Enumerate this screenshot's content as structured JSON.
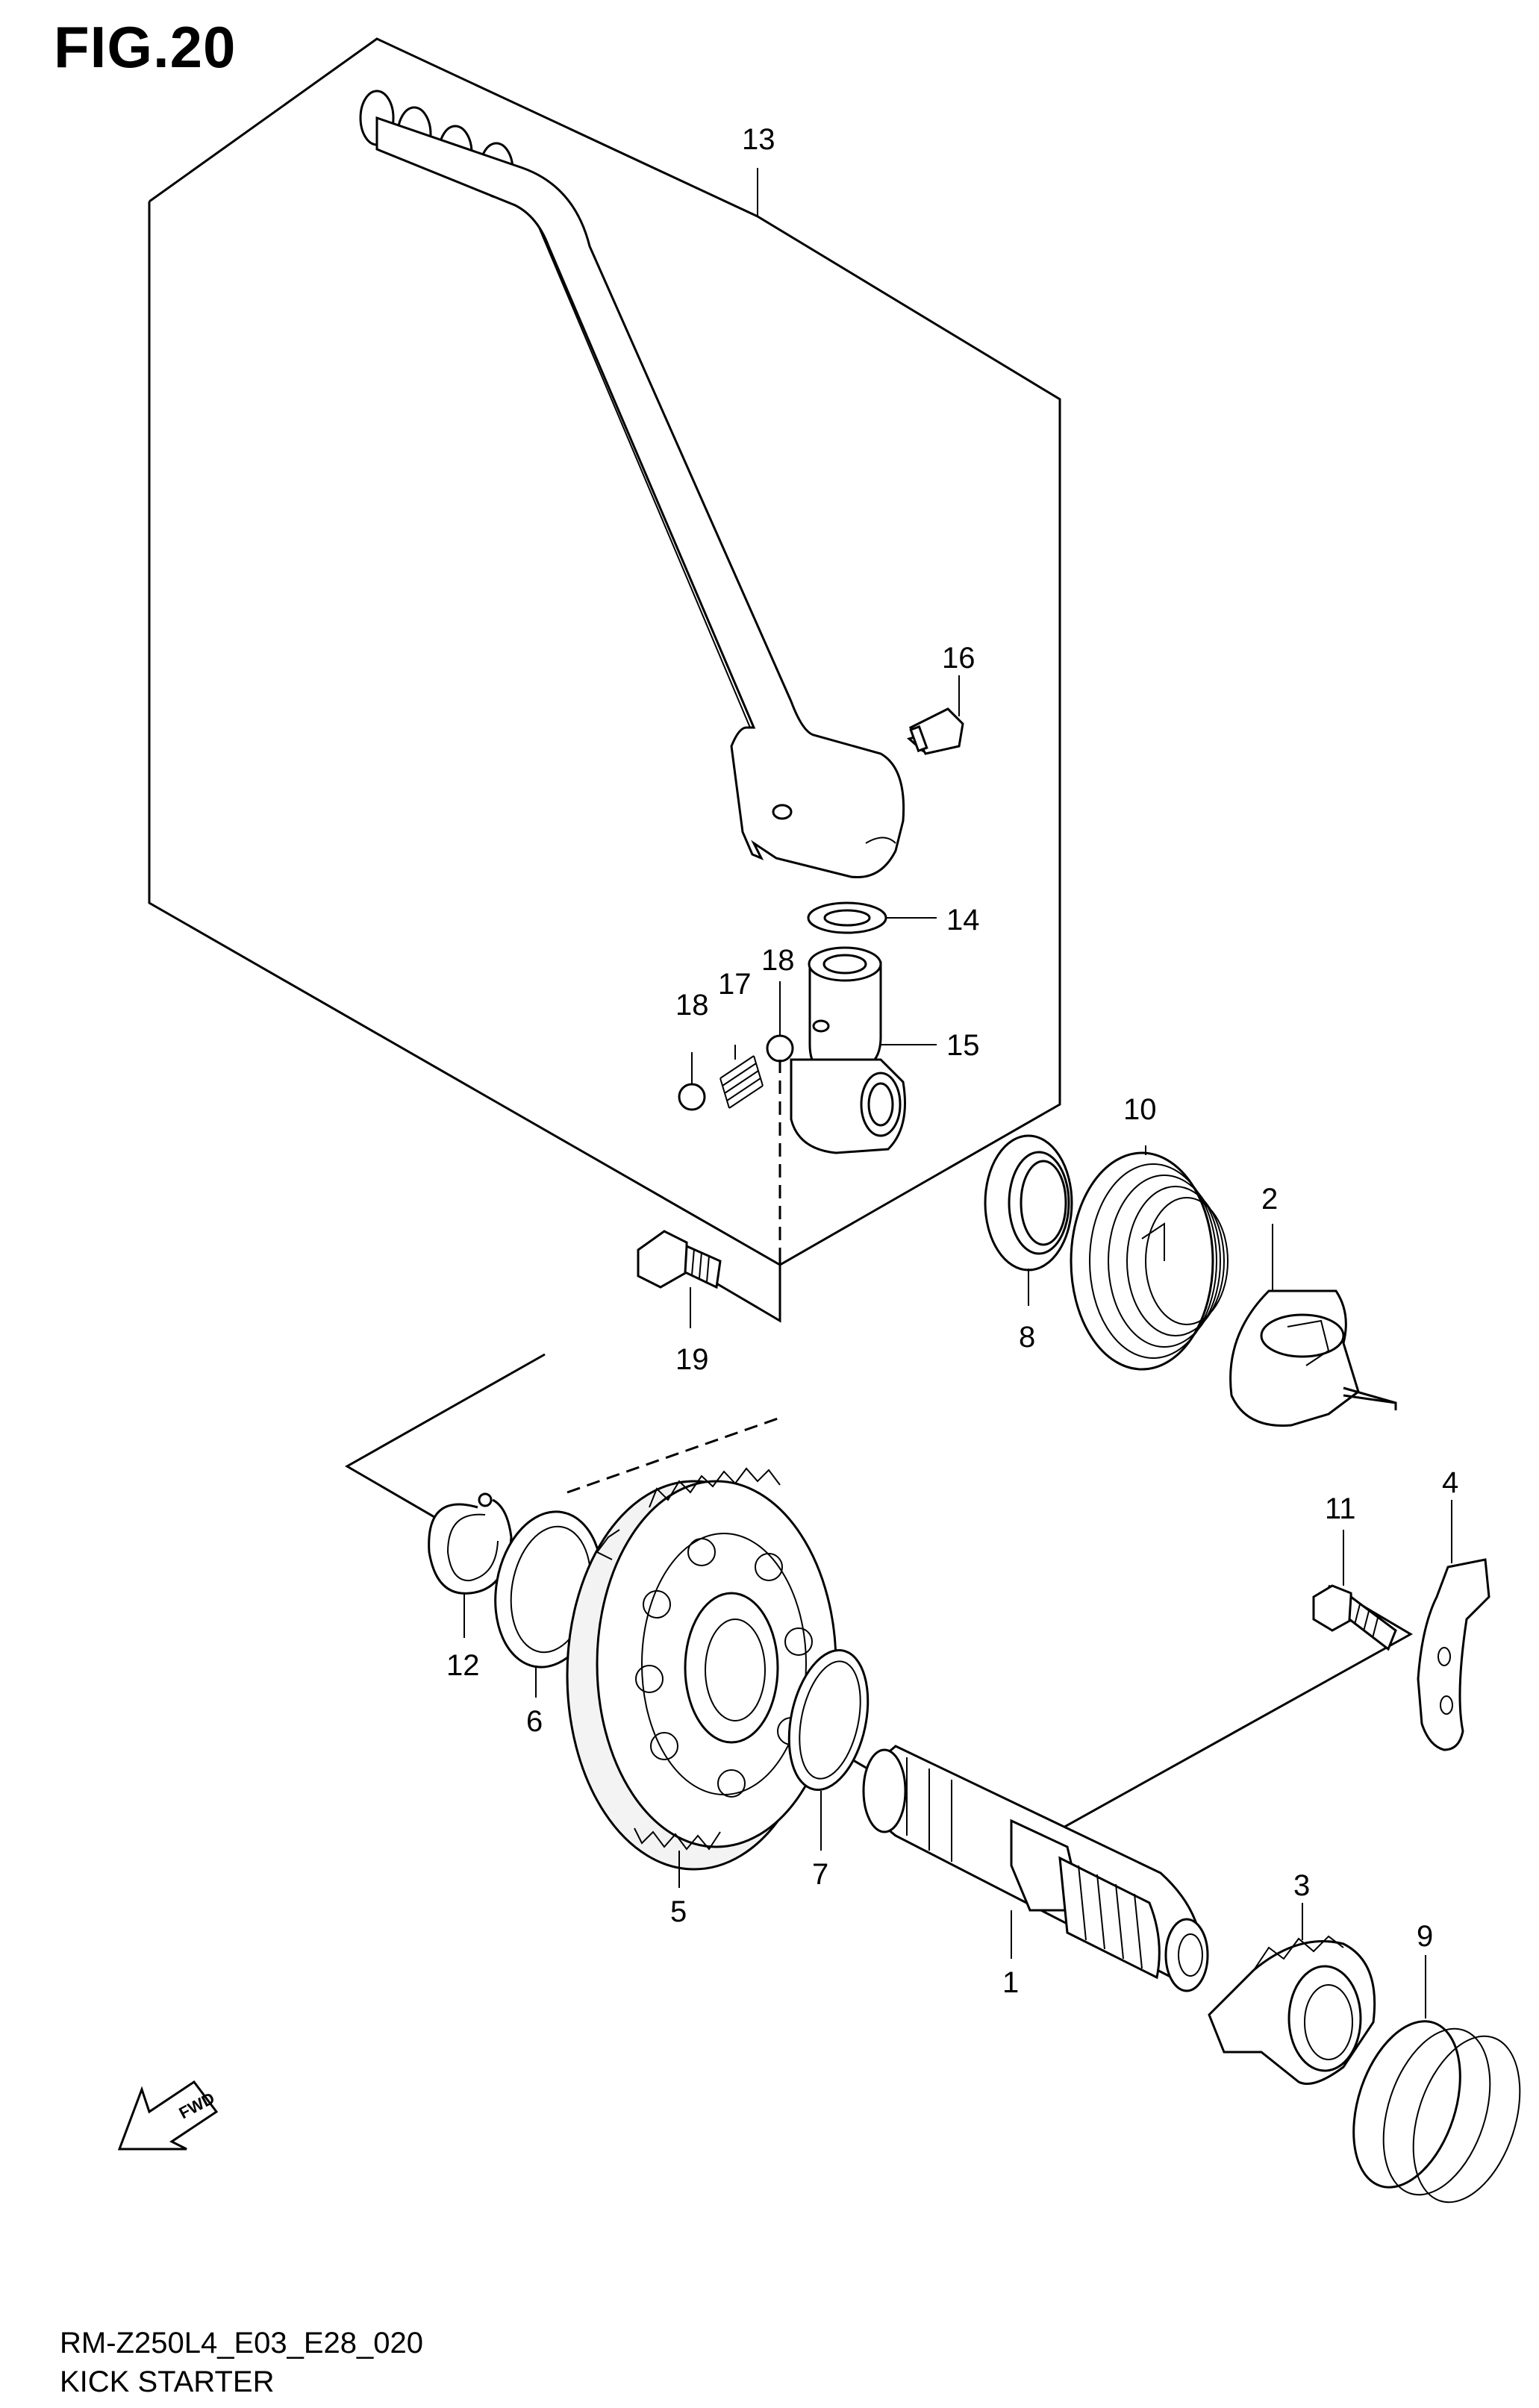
{
  "figure": {
    "title": "FIG.20",
    "code": "RM-Z250L4_E03_E28_020",
    "name": "KICK STARTER"
  },
  "direction_marker": "FWD",
  "callouts": [
    {
      "id": "c1",
      "label": "1"
    },
    {
      "id": "c2",
      "label": "2"
    },
    {
      "id": "c3",
      "label": "3"
    },
    {
      "id": "c4",
      "label": "4"
    },
    {
      "id": "c5",
      "label": "5"
    },
    {
      "id": "c6",
      "label": "6"
    },
    {
      "id": "c7",
      "label": "7"
    },
    {
      "id": "c8",
      "label": "8"
    },
    {
      "id": "c9",
      "label": "9"
    },
    {
      "id": "c10",
      "label": "10"
    },
    {
      "id": "c11",
      "label": "11"
    },
    {
      "id": "c12",
      "label": "12"
    },
    {
      "id": "c13",
      "label": "13"
    },
    {
      "id": "c14",
      "label": "14"
    },
    {
      "id": "c15",
      "label": "15"
    },
    {
      "id": "c16",
      "label": "16"
    },
    {
      "id": "c17",
      "label": "17"
    },
    {
      "id": "c18a",
      "label": "18"
    },
    {
      "id": "c18b",
      "label": "18"
    },
    {
      "id": "c19",
      "label": "19"
    }
  ]
}
